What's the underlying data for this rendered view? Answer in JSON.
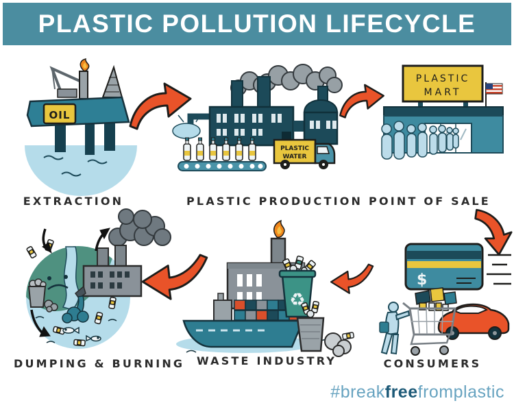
{
  "header": {
    "title": "PLASTIC POLLUTION LIFECYCLE",
    "bg_color": "#4b8da0",
    "text_color": "#ffffff"
  },
  "stages": [
    {
      "id": "extraction",
      "label": "EXTRACTION",
      "illustration": "offshore-oil-rig",
      "texts": {
        "sign": "OIL"
      }
    },
    {
      "id": "plastic-production",
      "label": "PLASTIC PRODUCTION",
      "illustration": "factory-bottling-line",
      "texts": {
        "truck_line1": "PLASTIC",
        "truck_line2": "WATER"
      }
    },
    {
      "id": "point-of-sale",
      "label": "POINT OF SALE",
      "illustration": "plastic-mart-store",
      "texts": {
        "sign_line1": "PLASTIC",
        "sign_line2": "MART"
      }
    },
    {
      "id": "consumers",
      "label": "CONSUMERS",
      "illustration": "credit-card-car-shopping-cart",
      "texts": {
        "card_symbol": "$"
      }
    },
    {
      "id": "waste-industry",
      "label": "WASTE INDUSTRY",
      "illustration": "incinerator-ship-bins",
      "texts": {
        "recycle_symbol": "♻"
      }
    },
    {
      "id": "dumping-burning",
      "label": "DUMPING & BURNING",
      "illustration": "polluted-earth-smoke"
    }
  ],
  "footer": {
    "hashtag_prefix": "#break",
    "hashtag_bold": "free",
    "hashtag_suffix": "fromplastic"
  },
  "colors": {
    "arrow_orange": "#e95329",
    "outline": "#1d1d1b",
    "teal_dark": "#1c4a59",
    "teal_mid": "#3e8ba0",
    "water_light": "#b5dcea",
    "yellow": "#e9c63e",
    "building_gray": "#8a9299",
    "smoke_gray": "#97a0a5",
    "dark_smoke": "#6f7980",
    "people_blue": "#bcdcea",
    "earth_green": "#4f9180",
    "bin_green": "#3c9386",
    "hashtag_light": "#67a3c0",
    "hashtag_dark": "#1c5977"
  }
}
